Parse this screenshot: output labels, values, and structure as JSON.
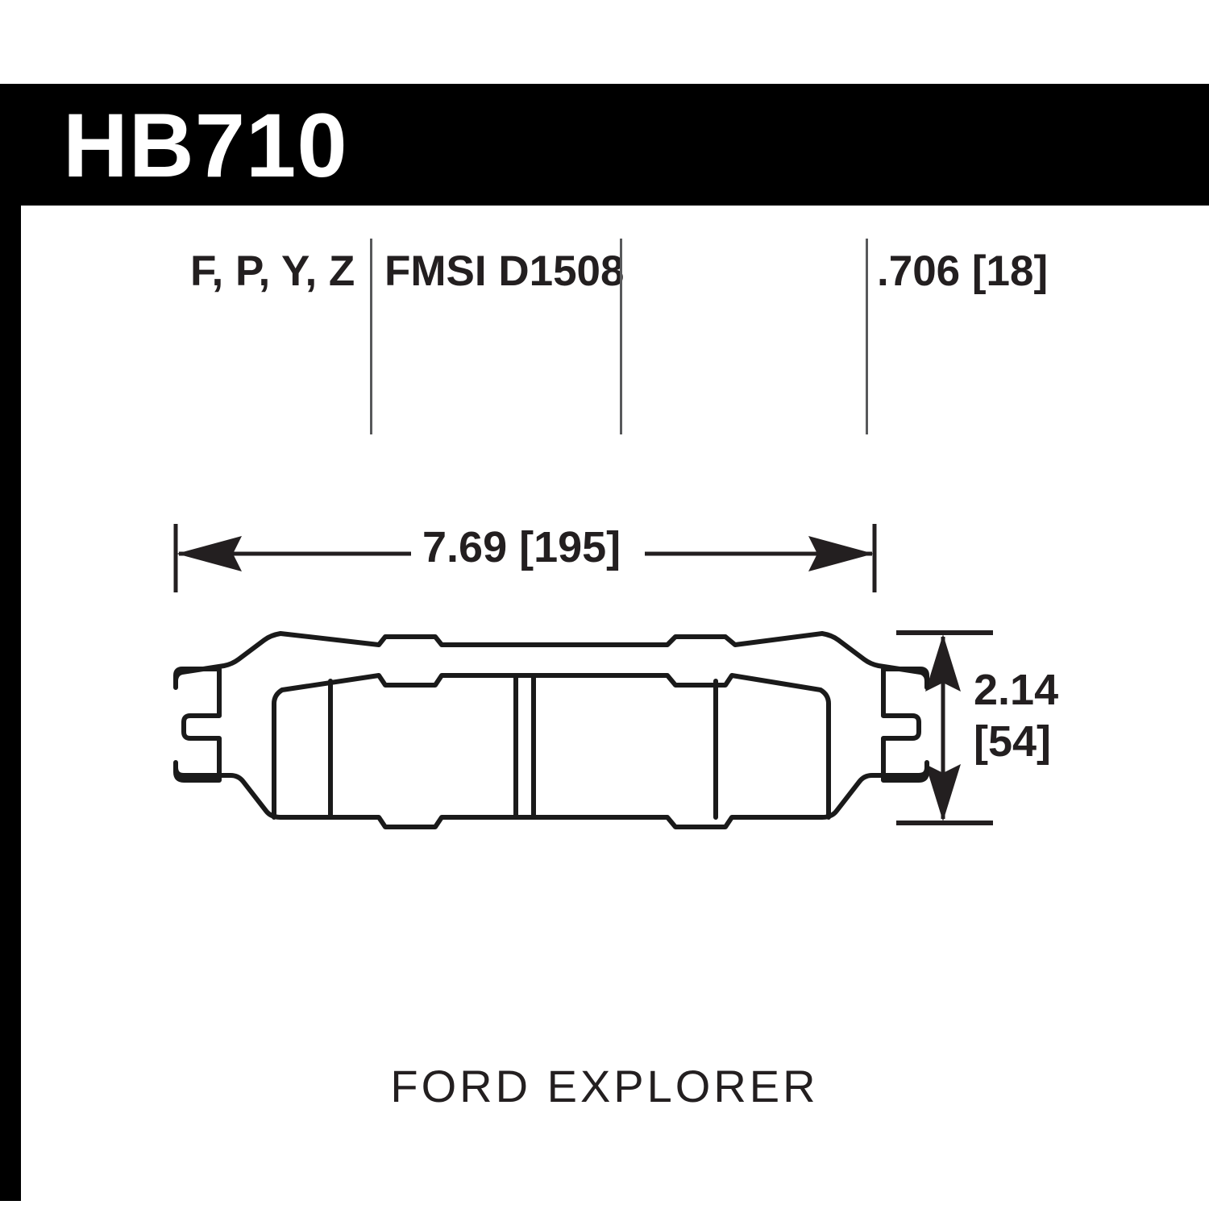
{
  "header": {
    "part_number": "HB710",
    "background_color": "#000000",
    "text_color": "#ffffff"
  },
  "spec_row": {
    "compounds": "F, P, Y, Z",
    "fmsi_label": "FMSI D1508",
    "thickness": ".706 [18]",
    "divider_color": "#58595b"
  },
  "dimensions": {
    "width": "7.69 [195]",
    "height_line1": "2.14",
    "height_line2": "[54]"
  },
  "footer": {
    "vehicle": "FORD EXPLORER"
  },
  "icons": {
    "arrow_left": "arrow-left-icon",
    "arrow_right": "arrow-right-icon",
    "arrow_up": "arrow-up-icon",
    "arrow_down": "arrow-down-icon"
  },
  "colors": {
    "ink": "#231f20",
    "paper": "#ffffff",
    "outline": "#1a1a1a"
  }
}
